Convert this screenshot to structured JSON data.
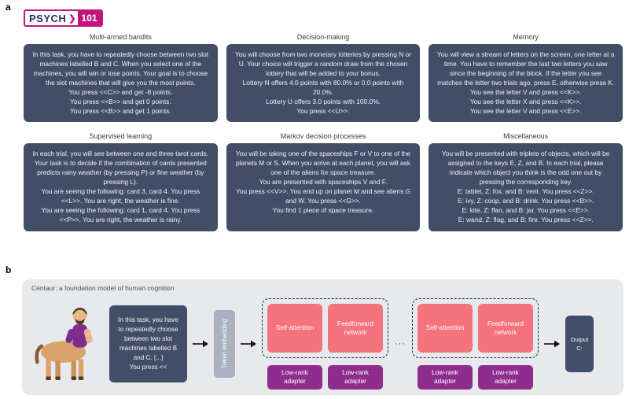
{
  "colors": {
    "card_bg": "#424d68",
    "accent_magenta": "#c0167e",
    "attention_pink": "#f4737e",
    "adapter_purple": "#8f2d8f",
    "token_gray": "#a9b2bd",
    "panel_b_bg": "#e7e9ec"
  },
  "panel_a": {
    "label": "a",
    "logo": {
      "name": "PSYCH",
      "chevron": "❯",
      "number": "101"
    },
    "cards": [
      {
        "title": "Multi-armed bandits",
        "body": "In this task, you have to repeatedly choose between two slot machines labelled B and C. When you select one of the machines, you will win or lose points. Your goal is to choose the slot machines that will give you the most points.\nYou press <<C>> and get -8 points.\nYou press <<B>> and get 0 points.\nYou press <<B>> and get 1 points."
      },
      {
        "title": "Decision-making",
        "body": "You will choose from two monetary lotteries by pressing N or U. Your choice will trigger a random draw from the chosen lottery that will be added to your bonus.\nLottery N offers 4.0 points with 80.0% or 0.0 points with 20.0%.\nLottery U offers 3.0 points with 100.0%.\nYou press <<U>>."
      },
      {
        "title": "Memory",
        "body": "You will view a stream of letters on the screen, one letter at a time. You have to remember the last two letters you saw since the beginning of the block. If the letter you see matches the letter two trials ago, press E, otherwise press K.\nYou see the letter V and press <<K>>.\nYou see the letter X and press <<K>>.\nYou see the letter V and press <<E>>."
      },
      {
        "title": "Supervised learning",
        "body": "In each trial, you will see between one and three tarot cards. Your task is to decide if the combination of cards presented predicts rainy weather (by pressing P) or fine weather (by pressing L).\nYou are seeing the following: card 3, card 4. You press <<L>>. You are right, the weather is fine.\nYou are seeing the following: card 1, card 4. You press <<P>>. You are right, the weather is rainy."
      },
      {
        "title": "Markov decision processes",
        "body": "You will be taking one of the spaceships F or V to one of the planets M or S. When you arrive at each planet, you will ask one of the aliens for space treasure.\nYou are presented with spaceships V and F.\nYou press <<V>>. You end up on planet M and see aliens G and W. You press <<G>>.\nYou find 1 piece of space treasure."
      },
      {
        "title": "Miscellaneous",
        "body": "You will be presented with triplets of objects, which will be assigned to the keys E, Z, and B. In each trial, please indicate which object you think is the odd one out by pressing the corresponding key.\nE: tablet, Z: fox, and B: vent. You press <<Z>>.\nE: ivy, Z: coop, and B: drink. You press <<B>>.\nE: kite, Z: flan, and B: jar. You press <<E>>.\nE: wand, Z: flag, and B: fire. You press <<Z>>."
      }
    ]
  },
  "panel_b": {
    "label": "b",
    "title": "Centaur: a foundation model of human cognition",
    "prompt": "In this task, you have to repeatedly choose between two slot machines labelled B and C. [...]\nYou press <<",
    "token_embedding": "Token embedding",
    "self_attention": "Self-attention",
    "feedforward": "Feedforward network",
    "adapter": "Low-rank adapter",
    "ellipsis": "···",
    "output": {
      "line1": "Output",
      "line2": "C:"
    }
  }
}
